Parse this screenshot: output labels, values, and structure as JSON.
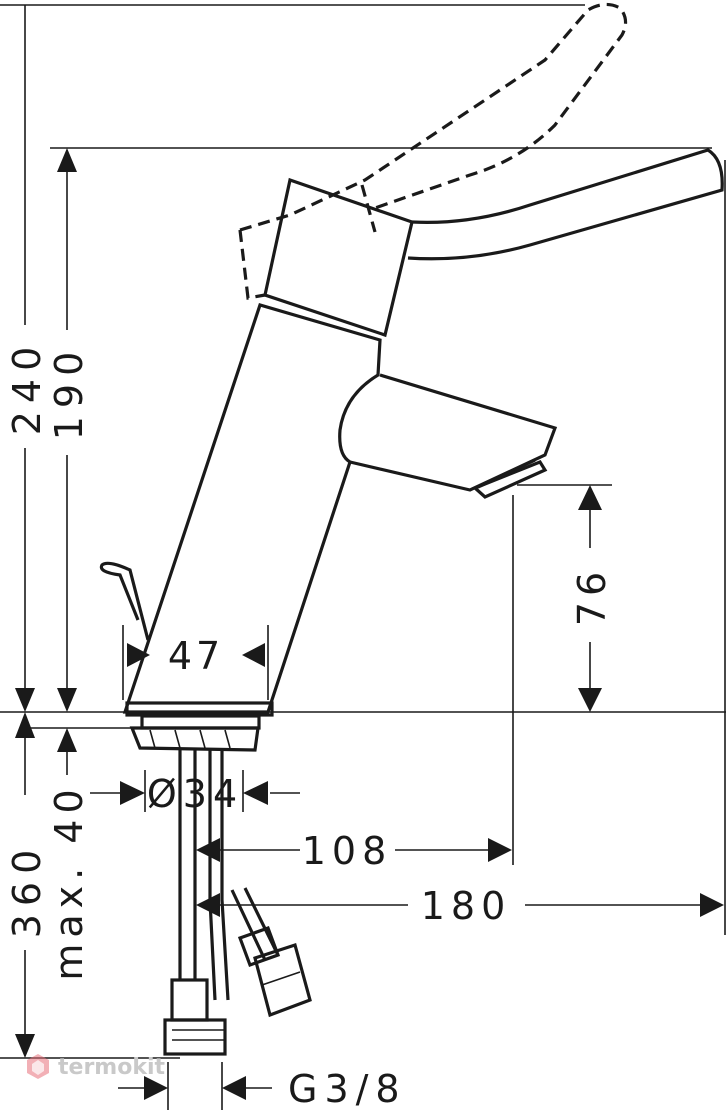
{
  "dimensions": {
    "total_height": "240",
    "spout_height": "190",
    "outlet_height": "76",
    "base_diameter": "47",
    "hole_diameter": "Ø34",
    "spout_reach": "108",
    "handle_reach": "180",
    "hose_length": "360",
    "counter_thickness": "max. 40",
    "connection_thread": "G3/8"
  },
  "watermark": {
    "text": "termokit"
  },
  "colors": {
    "line": "#1a1a1a",
    "background": "#ffffff",
    "watermark": "#c9c9c9",
    "watermark_logo": "#e8707a"
  }
}
